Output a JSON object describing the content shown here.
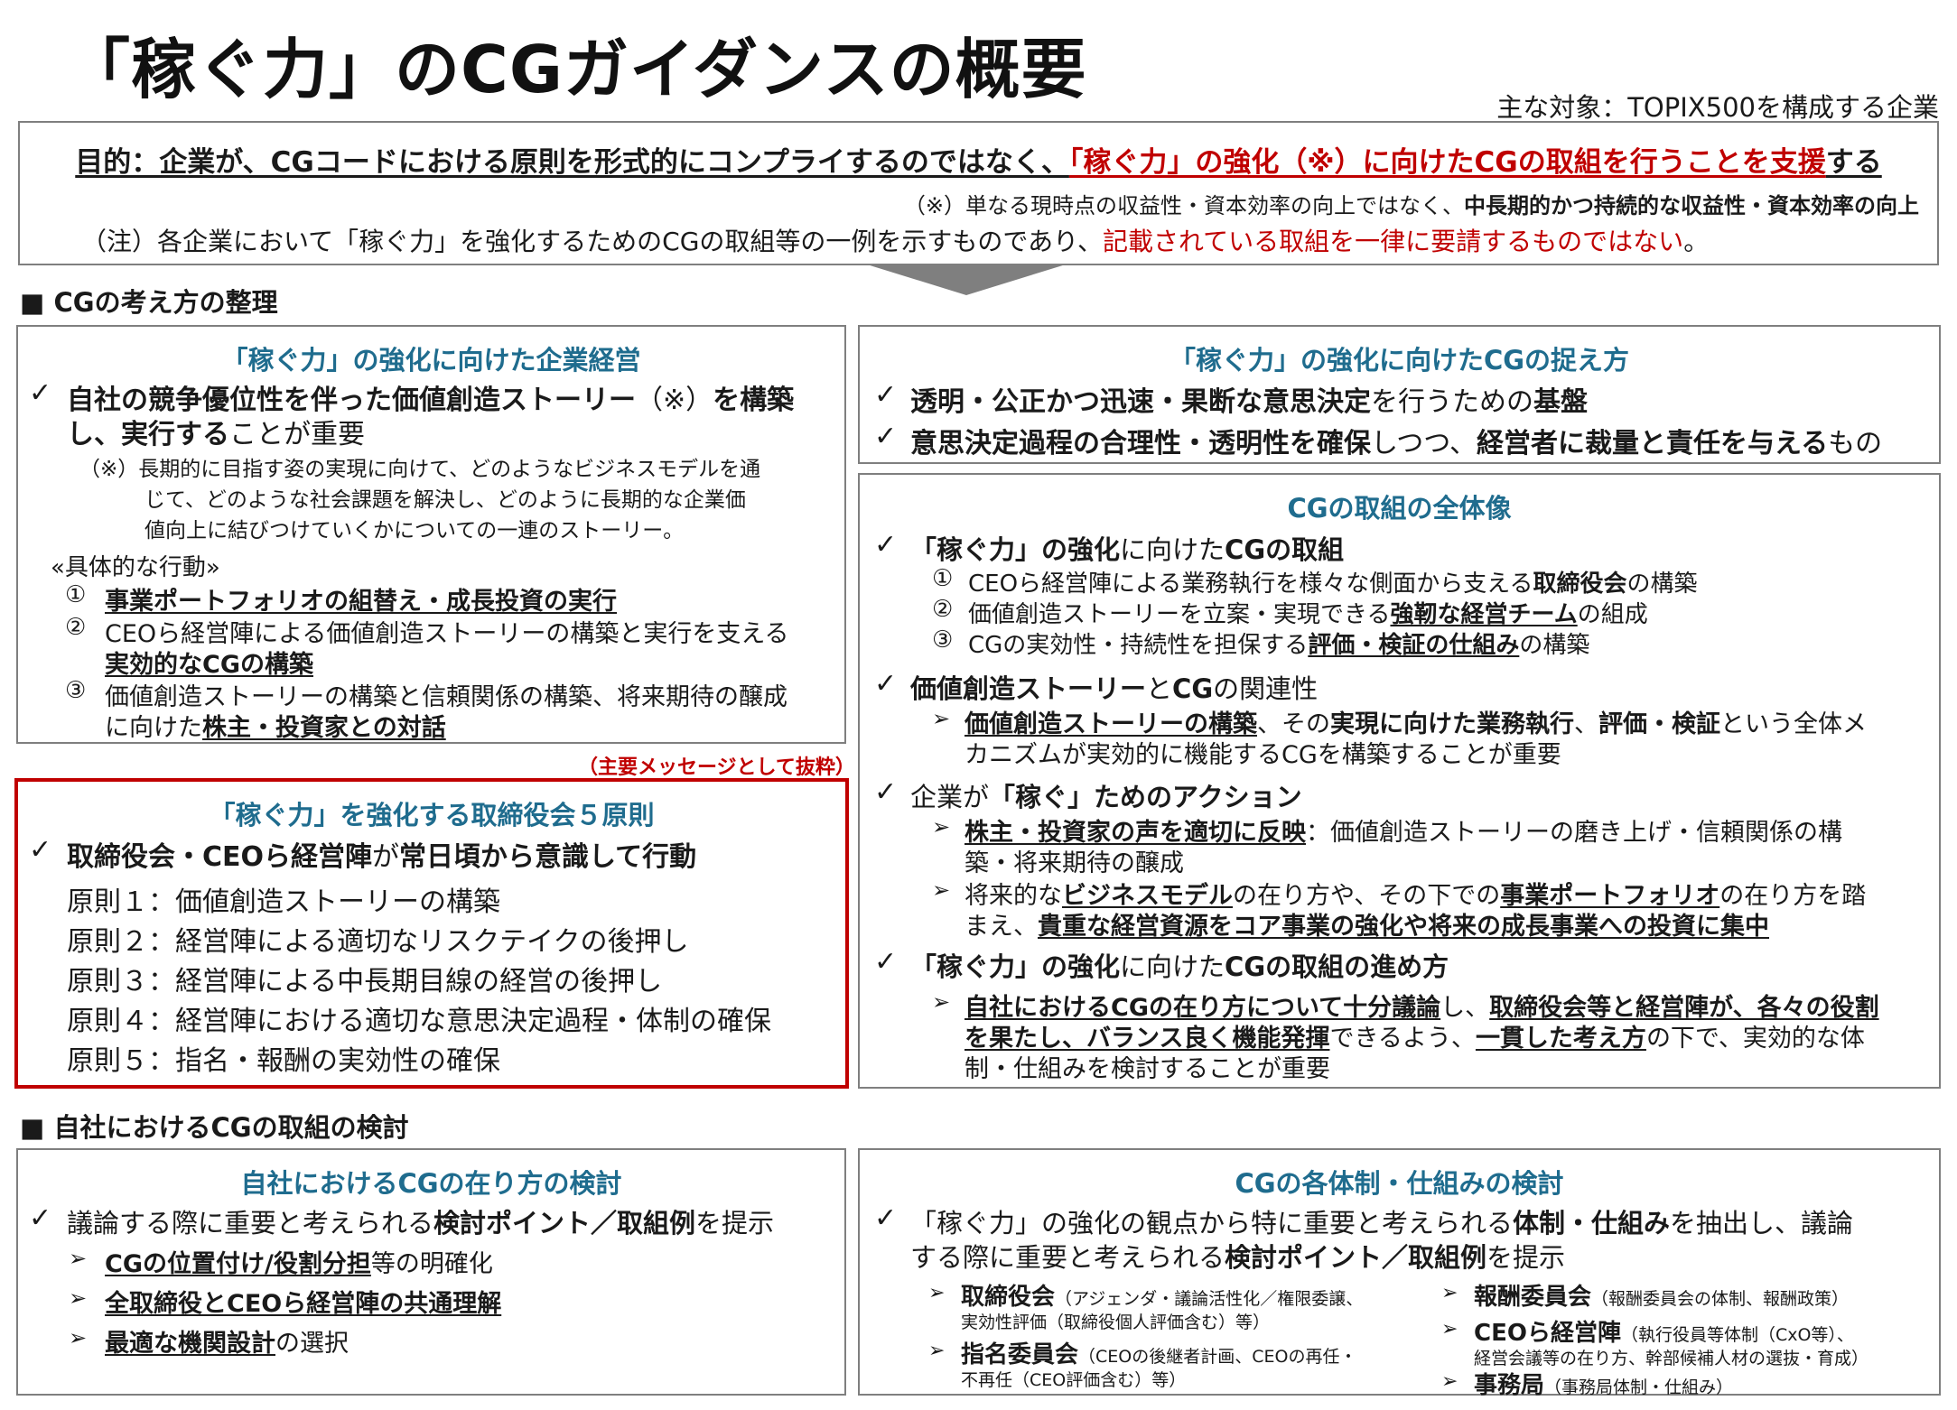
{
  "title": "「稼ぐ力」のCGガイダンスの概要",
  "target": "主な対象：TOPIX500を構成する企業",
  "purpose": {
    "main_a": "目的：企業が、CGコードにおける原則を形式的にコンプライするのではなく、",
    "main_b": "「稼ぐ力」の強化（※）に向けたCGの取組を行うことを支援",
    "main_c": "する",
    "note1_a": "（※）単なる現時点の収益性・資本効率の向上ではなく、",
    "note1_b": "中長期的かつ持続的な収益性・資本効率の向上",
    "note2_a": "（注）各企業において「稼ぐ力」を強化するためのCGの取組等の一例を示すものであり、",
    "note2_b": "記載されている取組を一律に要請するものではない",
    "note2_c": "。"
  },
  "section1": "■ CGの考え方の整理",
  "section2": "■ 自社におけるCGの取組の検討",
  "check": "✓",
  "arrowmark": "➢",
  "mgmt": {
    "heading": "「稼ぐ力」の強化に向けた企業経営",
    "l1a": "自社の競争優位性を伴った価値創造ストーリー",
    "l1b": "（※）",
    "l1c": "を構築",
    "l2a": "し、実行する",
    "l2b": "ことが重要",
    "n1": "（※）長期的に目指す姿の実現に向けて、どのようなビジネスモデルを通",
    "n2": "じて、どのような社会課題を解決し、どのように長期的な企業価",
    "n3": "値向上に結びつけていくかについての一連のストーリー。",
    "actions": "«具体的な行動»",
    "a1n": "①",
    "a1": "事業ポートフォリオの組替え・成長投資の実行",
    "a2n": "②",
    "a2": "CEOら経営陣による価値創造ストーリーの構築と実行を支える",
    "a2b": "実効的なCGの構築",
    "a3n": "③",
    "a3": "価値創造ストーリーの構築と信頼関係の構築、将来期待の醸成",
    "a3b_a": "に向けた",
    "a3b_b": "株主・投資家との対話"
  },
  "extract_note": "（主要メッセージとして抜粋）",
  "principles": {
    "heading": "「稼ぐ力」を強化する取締役会５原則",
    "lead_a": "取締役会・CEOら経営陣",
    "lead_b": "が",
    "lead_c": "常日頃から意識して行動",
    "p1": "原則１：価値創造ストーリーの構築",
    "p2": "原則２：経営陣による適切なリスクテイクの後押し",
    "p3": "原則３：経営陣による中長期目線の経営の後押し",
    "p4": "原則４：経営陣における適切な意思決定過程・体制の確保",
    "p5": "原則５：指名・報酬の実効性の確保"
  },
  "view": {
    "heading": "「稼ぐ力」の強化に向けたCGの捉え方",
    "l1a": "透明・公正かつ迅速・果断な意思決定",
    "l1b": "を行うための",
    "l1c": "基盤",
    "l2a": "意思決定過程の合理性・透明性を確保",
    "l2b": "しつつ、",
    "l2c": "経営者に裁量と責任を与える",
    "l2d": "もの"
  },
  "overall": {
    "heading": "CGの取組の全体像",
    "t1a": "「稼ぐ力」の強化",
    "t1b": "に向けた",
    "t1c": "CGの取組",
    "s1n": "①",
    "s1a": "CEOら経営陣による業務執行を様々な側面から支える",
    "s1b": "取締役会",
    "s1c": "の構築",
    "s2n": "②",
    "s2a": "価値創造ストーリーを立案・実現できる",
    "s2b": "強靭な経営チーム",
    "s2c": "の組成",
    "s3n": "③",
    "s3a": "CGの実効性・持続性を担保する",
    "s3b": "評価・検証の仕組み",
    "s3c": "の構築",
    "t2a": "価値創造ストーリー",
    "t2b": "と",
    "t2c": "CG",
    "t2d": "の関連性",
    "r1a": "価値創造ストーリーの構築",
    "r1b": "、その",
    "r1c": "実現に向けた業務執行",
    "r1d": "、",
    "r1e": "評価・検証",
    "r1f": "という全体メ",
    "r1g": "カニズムが実効的に機能するCGを構築することが重要",
    "t3a": "企業が",
    "t3b": "「稼ぐ」ためのアクション",
    "c1a": "株主・投資家の声を適切に反映",
    "c1b": "：価値創造ストーリーの磨き上げ・信頼関係の構",
    "c1c": "築・将来期待の醸成",
    "c2a": "将来的な",
    "c2b": "ビジネスモデル",
    "c2c": "の在り方や、その下での",
    "c2d": "事業ポートフォリオ",
    "c2e": "の在り方を踏",
    "c2f": "まえ、",
    "c2g": "貴重な経営資源をコア事業の強化や将来の成長事業への投資に集中",
    "t4a": "「稼ぐ力」の強化",
    "t4b": "に向けた",
    "t4c": "CGの取組の進め方",
    "d1a": "自社におけるCGの在り方について十分議論",
    "d1b": "し、",
    "d1c": "取締役会等と経営陣が、各々の役割",
    "d1d": "を果たし、バランス良く機能発揮",
    "d1e": "できるよう、",
    "d1f": "一貫した考え方",
    "d1g": "の下で、実効的な体",
    "d1h": "制・仕組みを検討することが重要"
  },
  "own": {
    "heading": "自社におけるCGの在り方の検討",
    "l1a": "議論する際に重要と考えられる",
    "l1b": "検討ポイント／取組例",
    "l1c": "を提示",
    "i1a": "CGの位置付け/役割分担",
    "i1b": "等の明確化",
    "i2": "全取締役とCEOら経営陣の共通理解",
    "i3a": "最適な機関設計",
    "i3b": "の選択"
  },
  "systems": {
    "heading": "CGの各体制・仕組みの検討",
    "l1a": "「稼ぐ力」の強化の観点から特に重要と考えられる",
    "l1b": "体制・仕組み",
    "l1c": "を抽出し、議論",
    "l2a": "する際に重要と考えられる",
    "l2b": "検討ポイント／取組例",
    "l2c": "を提示",
    "b1a": "取締役会",
    "b1b": "（アジェンダ・議論活性化／権限委譲、",
    "b1c": "実効性評価（取締役個人評価含む）等）",
    "b2a": "指名委員会",
    "b2b": "（CEOの後継者計画、CEOの再任・",
    "b2c": "不再任（CEO評価含む）等）",
    "b3a": "報酬委員会",
    "b3b": "（報酬委員会の体制、報酬政策）",
    "b4a": "CEOら経営陣",
    "b4b": "（執行役員等体制（CxO等）、",
    "b4c": "経営会議等の在り方、幹部候補人材の選抜・育成）",
    "b5a": "事務局",
    "b5b": "（事務局体制・仕組み）"
  }
}
